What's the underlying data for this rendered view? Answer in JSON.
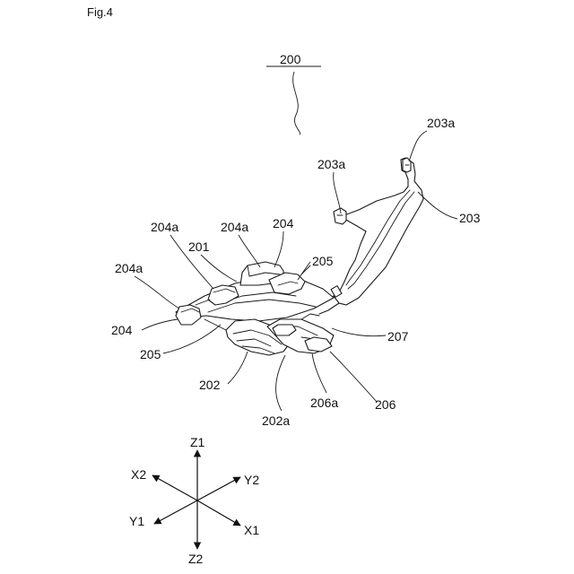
{
  "figure": {
    "title": "Fig.4",
    "labels": {
      "assembly": "200",
      "body": "201",
      "contact": "202",
      "contact_a": "202a",
      "arm": "203",
      "arm_tab_right": "203a",
      "arm_tab_left": "203a",
      "tab_upper_left": "204a",
      "tab_upper_mid": "204a",
      "tab_left": "204a",
      "lug_upper": "204",
      "lug_left": "204",
      "bridge_upper": "205",
      "bridge_lower": "205",
      "terminal": "206",
      "terminal_a": "206a",
      "link": "207"
    },
    "axes": {
      "z1": "Z1",
      "z2": "Z2",
      "x1": "X1",
      "x2": "X2",
      "y1": "Y1",
      "y2": "Y2"
    }
  }
}
